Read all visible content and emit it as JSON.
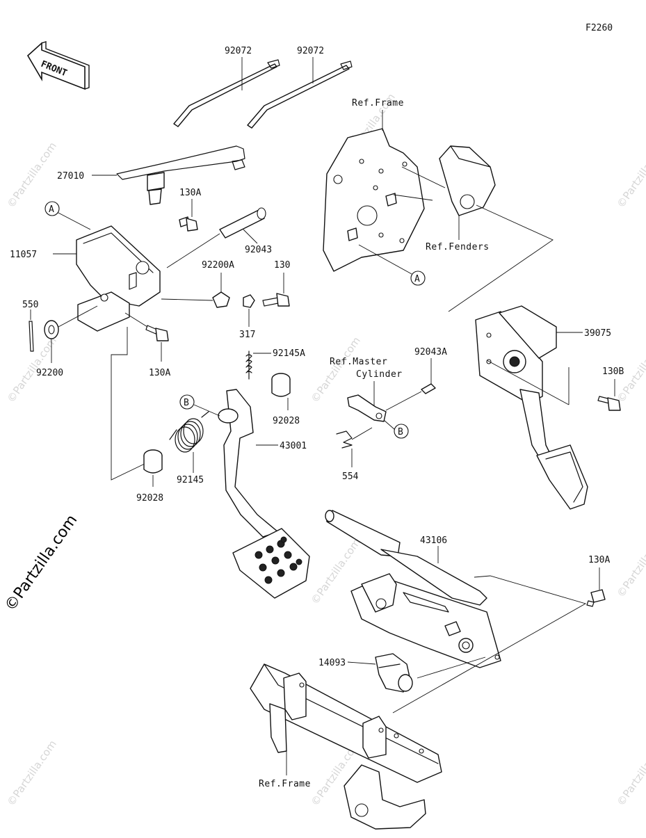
{
  "diagram_code": "F2260",
  "front_label": "FRONT",
  "watermark": "©Partzilla.com",
  "parts": {
    "p92072_a": "92072",
    "p92072_b": "92072",
    "p27010": "27010",
    "p130A_top": "130A",
    "p11057": "11057",
    "p92043": "92043",
    "p92200A": "92200A",
    "p130": "130",
    "p550": "550",
    "p317": "317",
    "p92200": "92200",
    "p130A_mid": "130A",
    "p92145A": "92145A",
    "p92028_a": "92028",
    "p43001": "43001",
    "p92145": "92145",
    "p92028_b": "92028",
    "p92043A": "92043A",
    "p554": "554",
    "p39075": "39075",
    "p130B": "130B",
    "p43106": "43106",
    "p130A_right": "130A",
    "p14093": "14093"
  },
  "refs": {
    "frame_top": "Ref.Frame",
    "fenders": "Ref.Fenders",
    "master_1": "Ref.Master",
    "master_2": "Cylinder",
    "frame_bottom": "Ref.Frame"
  },
  "callouts": {
    "a1": "A",
    "a2": "A",
    "b1": "B",
    "b2": "B"
  }
}
